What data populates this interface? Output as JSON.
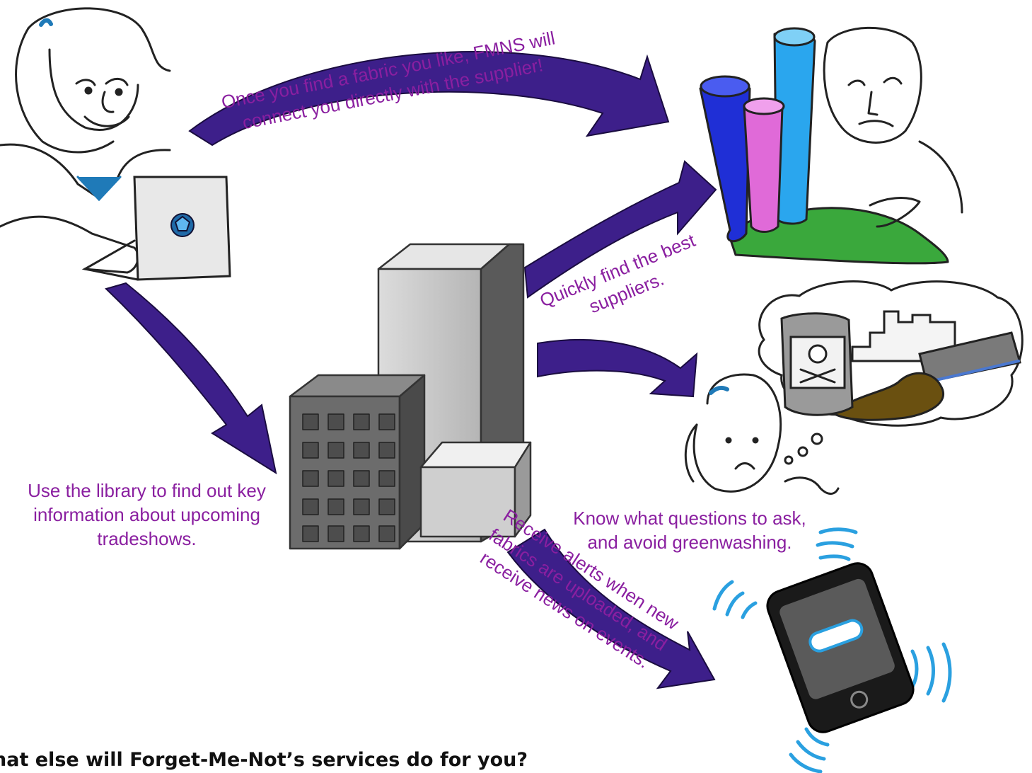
{
  "colors": {
    "arrow": "#3d1f8a",
    "caption": "#8a1fa0",
    "fabric_blue": "#1f2fd6",
    "fabric_cyan": "#2aa6ee",
    "fabric_pink": "#e06ad8",
    "fabric_green": "#3aa83c",
    "sludge": "#6a5010",
    "phone_signal": "#2aa0e0"
  },
  "captions": {
    "connect": [
      "Once you find a fabric you like, FMNS will",
      "connect you directly with the supplier!"
    ],
    "suppliers": [
      "Quickly find the best",
      "suppliers."
    ],
    "library": [
      "Use the library to find out key",
      "information about upcoming",
      "tradeshows."
    ],
    "questions": [
      "Know what questions to ask,",
      "and avoid greenwashing."
    ],
    "alerts": [
      "Receive alerts when new",
      "fabrics are uploaded, and",
      "receive news on events."
    ]
  },
  "heading": "hat else will Forget-Me-Not’s services do for you?",
  "icons": {
    "user": "woman-with-laptop-icon",
    "library": "library-buildings-icon",
    "supplier": "fabric-supplier-icon",
    "pollution": "worried-pollution-thought-icon",
    "phone": "phone-alert-icon"
  }
}
